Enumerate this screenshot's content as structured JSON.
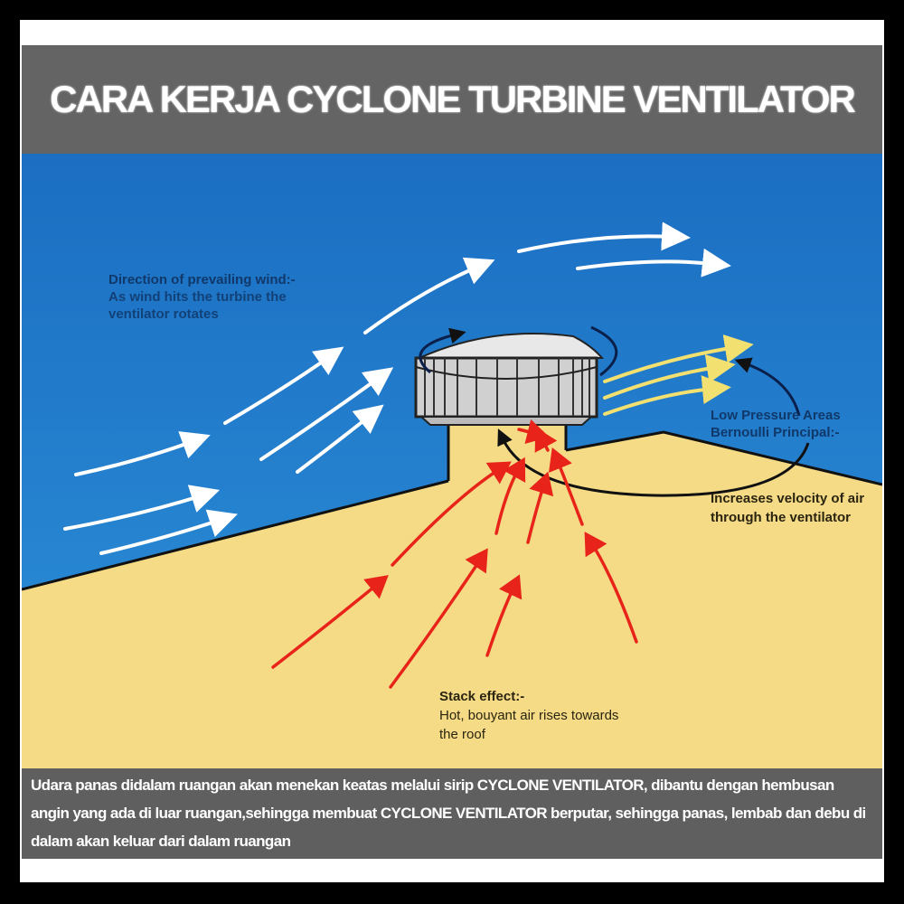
{
  "title": "CARA KERJA CYCLONE TURBINE VENTILATOR",
  "labels": {
    "wind": {
      "heading": "Direction of prevailing wind:-",
      "body": "As wind hits the turbine the ventilator rotates"
    },
    "low_pressure": {
      "heading": "Low Pressure Areas Bernoulli Principal:-",
      "body": "Increases velocity of air through the ventilator"
    },
    "stack": {
      "heading": "Stack effect:-",
      "body": "Hot, bouyant air rises towards the roof"
    }
  },
  "description": "Udara panas didalam ruangan akan menekan keatas melalui sirip CYCLONE VENTILATOR, dibantu dengan hembusan angin yang ada di luar ruangan,sehingga membuat CYCLONE VENTILATOR berputar, sehingga panas, lembab dan debu di dalam akan keluar dari dalam ruangan",
  "colors": {
    "sky": "#1f78c8",
    "building": "#f5db86",
    "title_band": "#646464",
    "wind_arrow": "#ffffff",
    "exhaust_arrow": "#f2e070",
    "hot_air_arrow": "#e8241a"
  }
}
